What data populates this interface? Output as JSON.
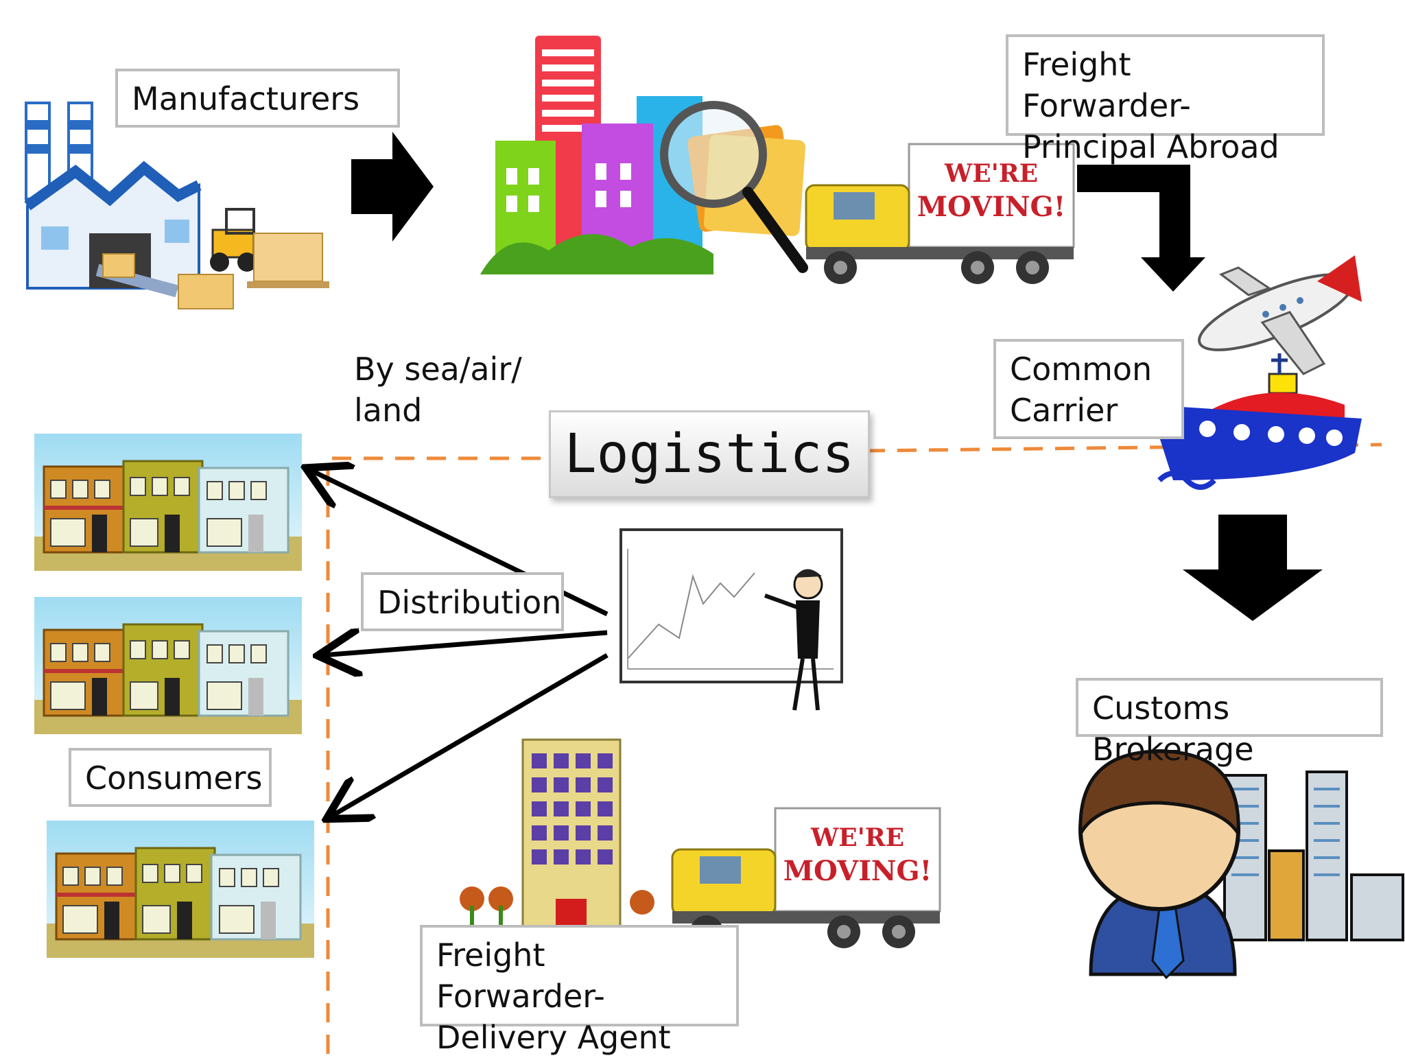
{
  "labels": {
    "manufacturers": "Manufacturers",
    "ff_principal_line1": "Freight Forwarder-",
    "ff_principal_line2": "Principal Abroad",
    "common_carrier_line1": "Common",
    "common_carrier_line2": "Carrier",
    "by_sea_line1": "By sea/air/",
    "by_sea_line2": "land",
    "logistics": "Logistics",
    "distribution": "Distribution",
    "consumers": "Consumers",
    "customs_brokerage": "Customs Brokerage",
    "ff_delivery_line1": "Freight Forwarder-",
    "ff_delivery_line2": "Delivery Agent",
    "truck_sign_line1": "WE'RE",
    "truck_sign_line2": "MOVING!"
  },
  "icons": [
    "factory-icon",
    "city-buildings-icon",
    "magnifier-folder-icon",
    "moving-truck-icon",
    "airplane-icon",
    "ship-icon",
    "presenter-chart-icon",
    "storefront-icon",
    "office-building-icon",
    "businessman-city-icon"
  ],
  "colors": {
    "arrow": "#000000",
    "dashed_line": "#ee8a3a",
    "box_border": "#bdbdbd"
  }
}
